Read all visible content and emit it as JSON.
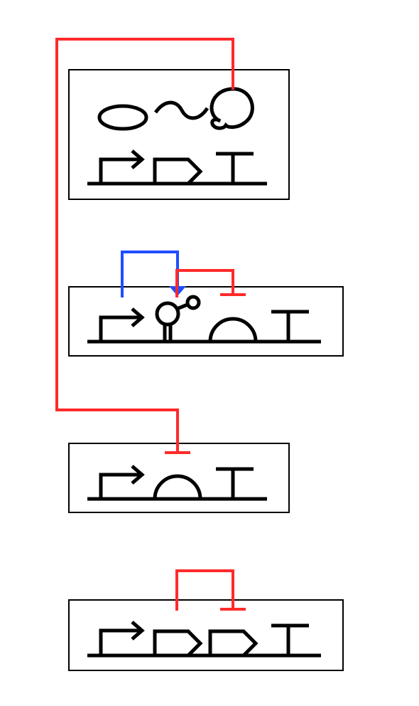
{
  "colors": {
    "background": "#ffffff",
    "part_stroke": "#000000",
    "repression": "#ff2a2a",
    "activation": "#1f4dff"
  },
  "devices": [
    {
      "parts": [
        "promoter",
        "cds",
        "terminator"
      ],
      "products": [
        "protein",
        "rna-squiggle",
        "protein-bound"
      ]
    },
    {
      "parts": [
        "promoter",
        "aptamer",
        "rbs",
        "terminator"
      ]
    },
    {
      "parts": [
        "promoter",
        "rbs",
        "terminator"
      ]
    },
    {
      "parts": [
        "promoter",
        "cds",
        "cds",
        "terminator"
      ]
    }
  ],
  "interactions": [
    {
      "type": "repression",
      "from": "device-1-product",
      "to": "device-3-rbs"
    },
    {
      "type": "activation",
      "from": "device-2-promoter",
      "to": "device-2-aptamer"
    },
    {
      "type": "repression",
      "from": "device-2-aptamer",
      "to": "device-2-rbs"
    },
    {
      "type": "repression",
      "from": "device-4-cds-1",
      "to": "device-4-cds-2"
    }
  ]
}
